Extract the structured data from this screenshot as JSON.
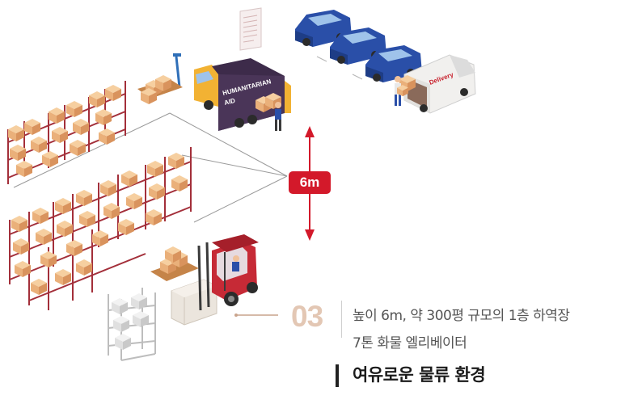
{
  "illustration": {
    "height_badge": "6m",
    "truck_side_text_line1": "HUMANITARIAN",
    "truck_side_text_line2": "AID",
    "van_side_text": "Delivery",
    "colors": {
      "accent_red": "#d3192a",
      "box_tan": "#eab07a",
      "rack_red": "#a32f3a",
      "truck_yellow": "#f2b233",
      "truck_dark": "#3d2b4a",
      "car_blue": "#2a4fa8",
      "forklift_red": "#c62a36"
    }
  },
  "feature": {
    "number": "03",
    "line1": "높이 6m, 약 300평 규모의 1층 하역장",
    "line2": "7톤 화물 엘리베이터",
    "headline": "여유로운 물류 환경"
  }
}
